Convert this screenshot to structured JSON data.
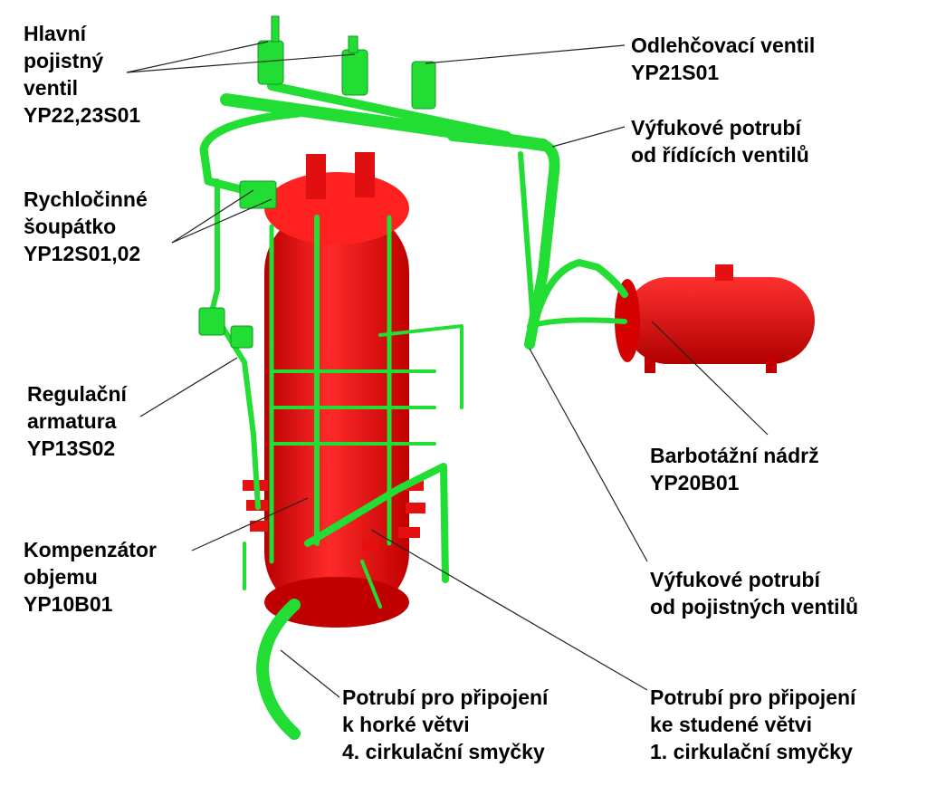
{
  "colors": {
    "vessel": "#ee1111",
    "vessel_shade": "#b00000",
    "piping": "#22dd33",
    "piping_shade": "#119922",
    "leader": "#222222",
    "background": "#ffffff"
  },
  "labels": {
    "main_safety_valve": [
      "Hlavní",
      "pojistný",
      "ventil",
      "YP22,23S01"
    ],
    "relief_valve": [
      "Odlehčovací ventil",
      "YP21S01"
    ],
    "exhaust_control": [
      "Výfukové potrubí",
      "od řídících ventilů"
    ],
    "quick_gate": [
      "Rychločinné",
      "šoupátko",
      "YP12S01,02"
    ],
    "regulating": [
      "Regulační",
      "armatura",
      "YP13S02"
    ],
    "bubbler_tank": [
      "Barbotážní nádrž",
      "YP20B01"
    ],
    "compensator": [
      "Kompenzátor",
      "objemu",
      "YP10B01"
    ],
    "exhaust_safety": [
      "Výfukové potrubí",
      "od pojistných ventilů"
    ],
    "hot_leg": [
      "Potrubí pro připojení",
      "k horké větvi",
      "4. cirkulační smyčky"
    ],
    "cold_leg": [
      "Potrubí pro připojení",
      "ke studené větvi",
      "1. cirkulační smyčky"
    ]
  }
}
